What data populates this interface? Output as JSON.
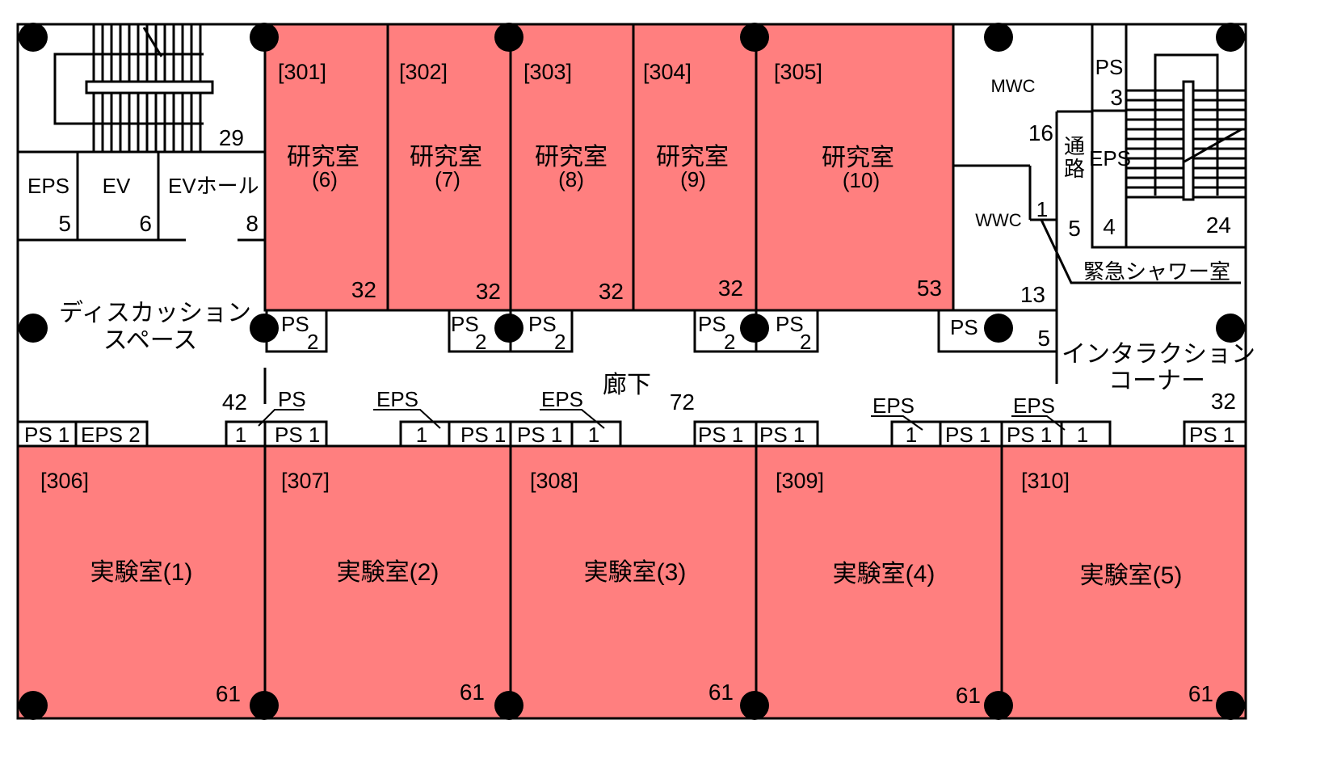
{
  "colors": {
    "room_fill": "#FF7F7F",
    "wall": "#000000",
    "column": "#000000",
    "background": "#FFFFFF"
  },
  "labs": [
    {
      "id": "[301]",
      "name": "研究室",
      "sub": "(6)",
      "area": "32"
    },
    {
      "id": "[302]",
      "name": "研究室",
      "sub": "(7)",
      "area": "32"
    },
    {
      "id": "[303]",
      "name": "研究室",
      "sub": "(8)",
      "area": "32"
    },
    {
      "id": "[304]",
      "name": "研究室",
      "sub": "(9)",
      "area": "32"
    },
    {
      "id": "[305]",
      "name": "研究室",
      "sub": "(10)",
      "area": "53"
    }
  ],
  "exp_rooms": [
    {
      "id": "[306]",
      "name": "実験室(1)",
      "area": "61"
    },
    {
      "id": "[307]",
      "name": "実験室(2)",
      "area": "61"
    },
    {
      "id": "[308]",
      "name": "実験室(3)",
      "area": "61"
    },
    {
      "id": "[309]",
      "name": "実験室(4)",
      "area": "61"
    },
    {
      "id": "[310]",
      "name": "実験室(5)",
      "area": "61"
    }
  ],
  "core": {
    "stair_area": "29",
    "eps": "EPS",
    "eps_area": "5",
    "ev": "EV",
    "ev_area": "6",
    "ev_hall": "EVホール",
    "ev_hall_area": "8",
    "discussion_1": "ディスカッション",
    "discussion_2": "スペース",
    "discussion_area": "42"
  },
  "corridor": {
    "label": "廊下",
    "area": "72"
  },
  "east": {
    "mwc": "MWC",
    "wwc": "WWC",
    "wc_area": "13",
    "passage_1": "通",
    "passage_2": "路",
    "passage_area": "5",
    "ps3": "PS",
    "ps3_area": "3",
    "eps": "EPS",
    "eps_area": "4",
    "stair_area": "24",
    "area16": "16",
    "area1": "1",
    "shower": "緊急シャワー室",
    "interaction_1": "インタラクション",
    "interaction_2": "コーナー",
    "interaction_area": "32",
    "ps": "PS",
    "ps_area": "5"
  },
  "shafts": {
    "ps": "PS",
    "eps": "EPS",
    "sub2": "2",
    "one": "1",
    "ps1": "PS 1",
    "eps2": "EPS 2"
  }
}
